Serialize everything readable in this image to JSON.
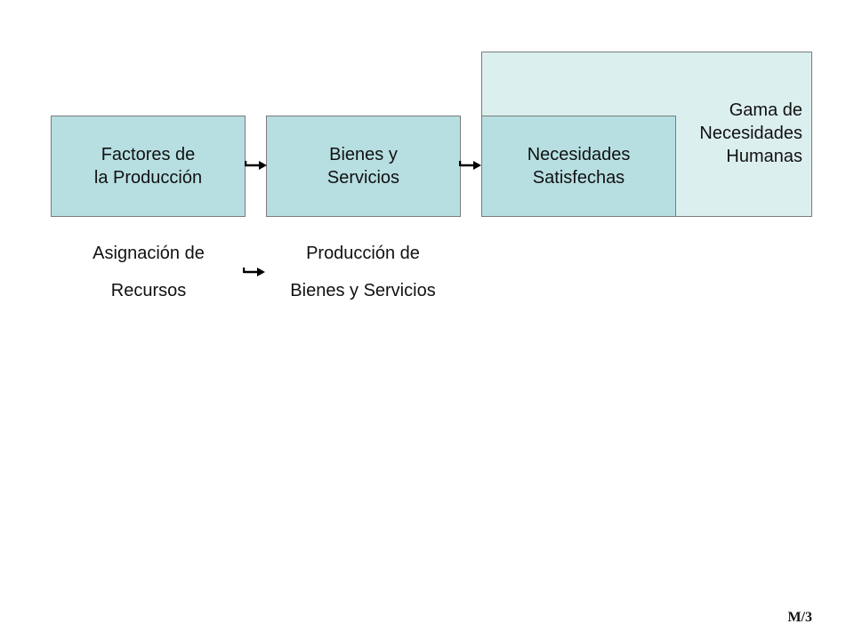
{
  "diagram": {
    "outer_box": {
      "line1": "Gama de",
      "line2": "Necesidades",
      "line3": "Humanas"
    },
    "boxes": [
      {
        "line1": "Factores de",
        "line2": "la Producción"
      },
      {
        "line1": "Bienes y",
        "line2": "Servicios"
      },
      {
        "line1": "Necesidades",
        "line2": "Satisfechas"
      }
    ],
    "captions": [
      {
        "line1": "Asignación de",
        "line2": "Recursos"
      },
      {
        "line1": "Producción de",
        "line2": "Bienes y Servicios"
      }
    ],
    "colors": {
      "outer_fill": "#dcefef",
      "box_fill": "#b7dfe2",
      "border": "#7a7a7a"
    }
  },
  "footer": {
    "code": "M/3"
  }
}
